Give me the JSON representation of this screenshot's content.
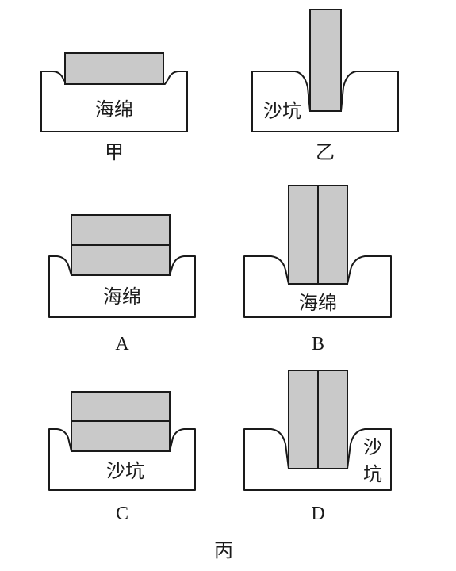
{
  "panels": {
    "jia": {
      "material": "海绵",
      "caption": "甲"
    },
    "yi": {
      "material": "沙坑",
      "caption": "乙"
    },
    "a": {
      "material": "海绵",
      "caption": "A"
    },
    "b": {
      "material": "海绵",
      "caption": "B"
    },
    "c": {
      "material": "沙坑",
      "caption": "C"
    },
    "d": {
      "material_line1": "沙",
      "material_line2": "坑",
      "caption": "D"
    }
  },
  "group_caption": "丙",
  "colors": {
    "block_fill": "#c9c9c9",
    "stroke": "#1a1a1a",
    "background": "#ffffff"
  }
}
